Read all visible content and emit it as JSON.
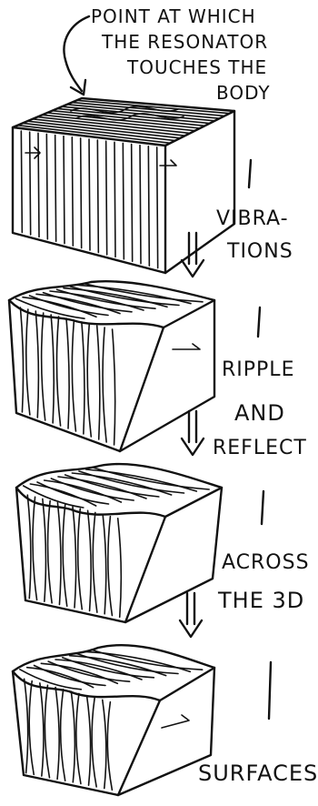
{
  "title_lines": [
    "POINT AT WHICH",
    "THE RESONATOR",
    "TOUCHES THE",
    "BODY"
  ],
  "labels": {
    "vibra": "VIBRA-",
    "tions": "TIONS",
    "ripple": "RIPPLE",
    "and": "AND",
    "reflect": "REFLECT",
    "across": "ACROSS",
    "the3d": "THE 3D",
    "surfaces": "SURFACES"
  },
  "colors": {
    "ink": "#111111",
    "background": "#ffffff"
  },
  "icons": [
    "curved-arrow-icon",
    "down-arrow-icon"
  ]
}
